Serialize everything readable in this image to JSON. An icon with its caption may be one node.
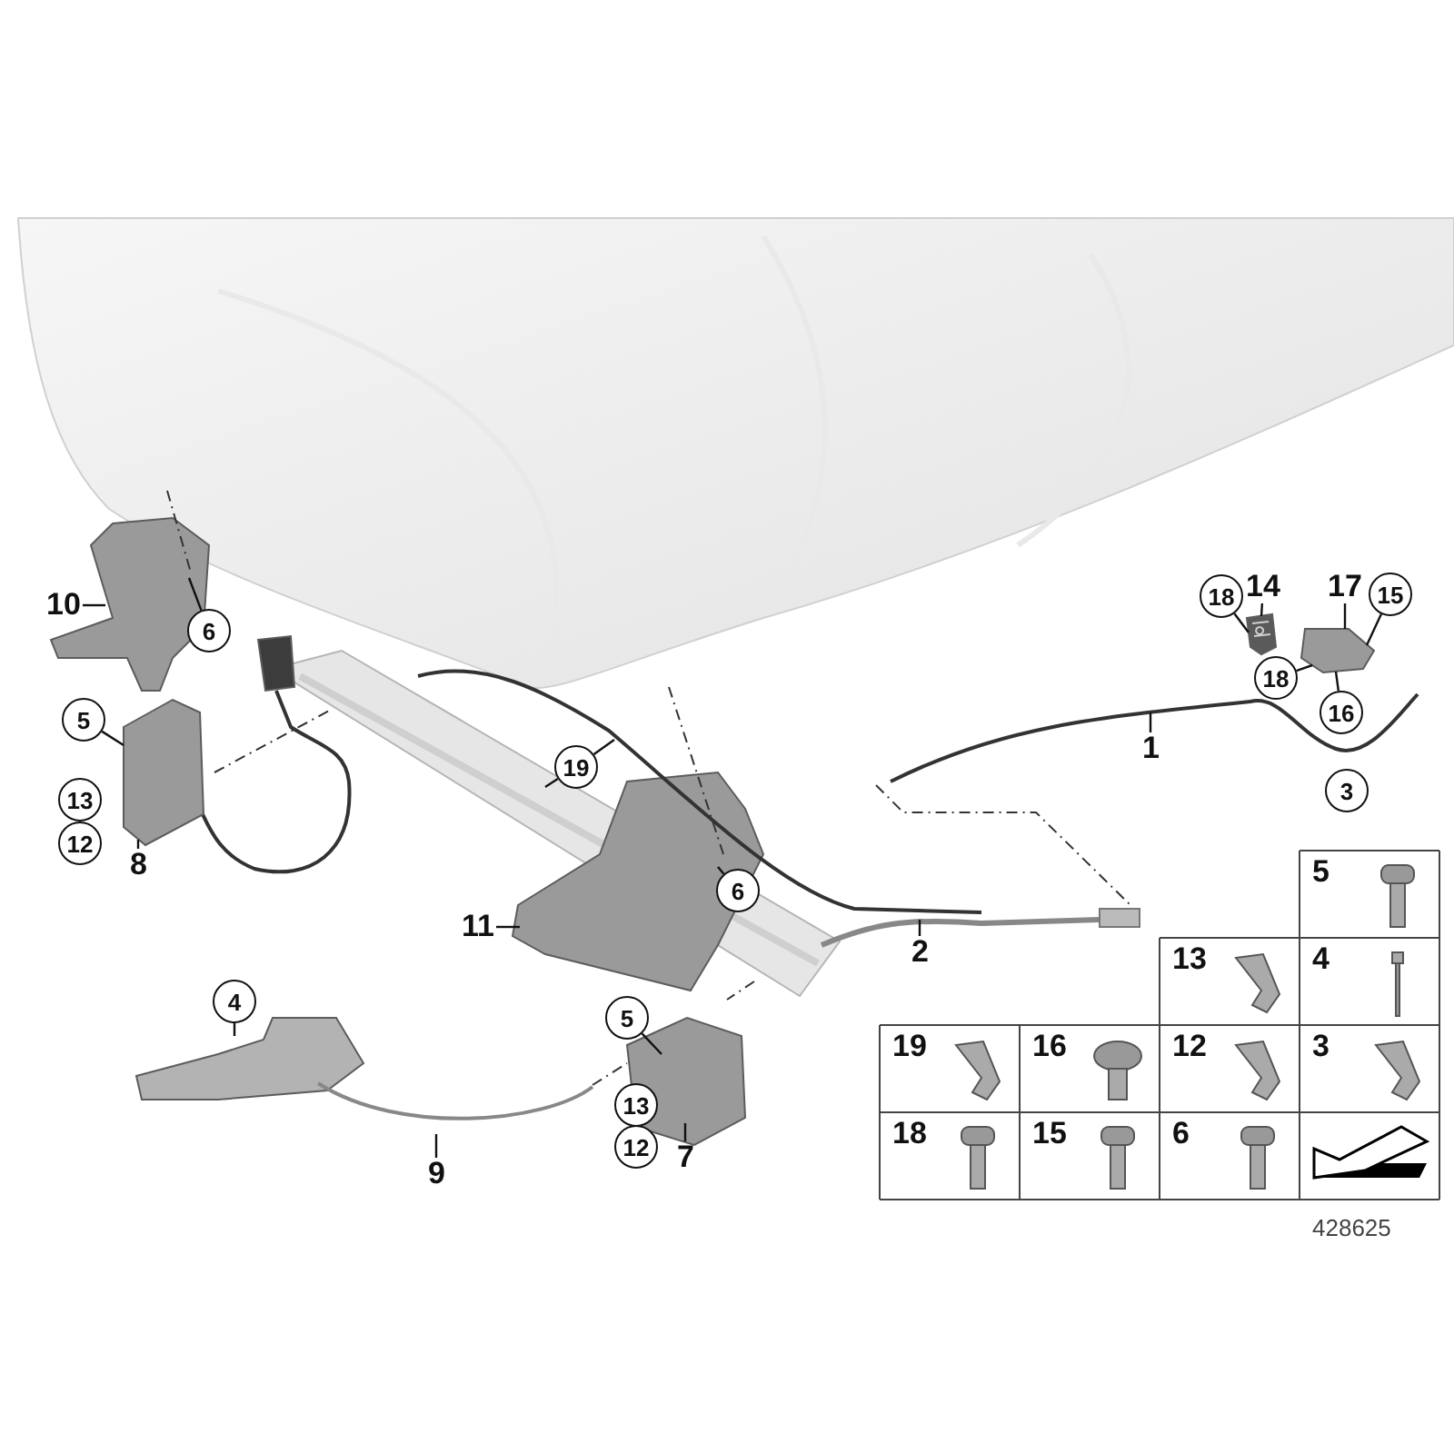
{
  "diagram": {
    "nodes": [
      {
        "text": [
          "14"
        ]
      },
      {
        "text": [
          "17"
        ]
      },
      {
        "text": [
          "18"
        ]
      },
      {
        "text": [
          "15"
        ]
      },
      {
        "text": [
          "10"
        ]
      },
      {
        "text": [
          "6"
        ]
      },
      {
        "text": [
          "18"
        ]
      },
      {
        "text": [
          "16"
        ]
      },
      {
        "text": [
          "5"
        ]
      },
      {
        "text": [
          "19"
        ]
      },
      {
        "text": [
          "1"
        ]
      },
      {
        "text": [
          "13"
        ]
      },
      {
        "text": [
          "12"
        ]
      },
      {
        "text": [
          "8"
        ]
      },
      {
        "text": [
          "3"
        ]
      },
      {
        "text": [
          "6"
        ]
      },
      {
        "text": [
          "11"
        ]
      },
      {
        "text": [
          "2"
        ]
      },
      {
        "text": [
          "4"
        ]
      },
      {
        "text": [
          "5"
        ]
      },
      {
        "text": [
          "13"
        ]
      },
      {
        "text": [
          "9"
        ]
      },
      {
        "text": [
          "12"
        ]
      },
      {
        "text": [
          "7"
        ]
      },
      {
        "text": [],
        "shape": "picture"
      },
      {
        "text": [],
        "shape": "picture"
      },
      {
        "text": [],
        "shape": "picture"
      }
    ],
    "edges": [
      {
        "from": 0,
        "to": 25,
        "arrow": "none"
      },
      {
        "from": 1,
        "to": 24,
        "arrow": "none"
      },
      {
        "from": 2,
        "to": 25,
        "arrow": "none"
      },
      {
        "from": 3,
        "to": 24,
        "arrow": "none"
      },
      {
        "from": 4,
        "to": null,
        "arrow": "none"
      },
      {
        "from": 5,
        "to": null,
        "arrow": "none"
      },
      {
        "from": 6,
        "to": 24,
        "arrow": "none"
      },
      {
        "from": 7,
        "to": 24,
        "arrow": "none"
      },
      {
        "from": 8,
        "to": 26,
        "arrow": "none"
      },
      {
        "from": 9,
        "to": null,
        "arrow": "none"
      },
      {
        "from": 9,
        "to": null,
        "arrow": "none"
      },
      {
        "from": 10,
        "to": null,
        "arrow": "none"
      },
      {
        "from": 13,
        "to": 26,
        "arrow": "none"
      },
      {
        "from": 15,
        "to": null,
        "arrow": "none"
      },
      {
        "from": 16,
        "to": null,
        "arrow": "none"
      },
      {
        "from": 17,
        "to": null,
        "arrow": "none"
      },
      {
        "from": 18,
        "to": null,
        "arrow": "none"
      },
      {
        "from": 19,
        "to": null,
        "arrow": "none"
      },
      {
        "from": 21,
        "to": null,
        "arrow": "none"
      },
      {
        "from": 23,
        "to": null,
        "arrow": "none"
      }
    ],
    "labels": [
      "5",
      "13",
      "4",
      "19",
      "16",
      "12",
      "3",
      "18",
      "15",
      "6",
      "428625"
    ]
  }
}
